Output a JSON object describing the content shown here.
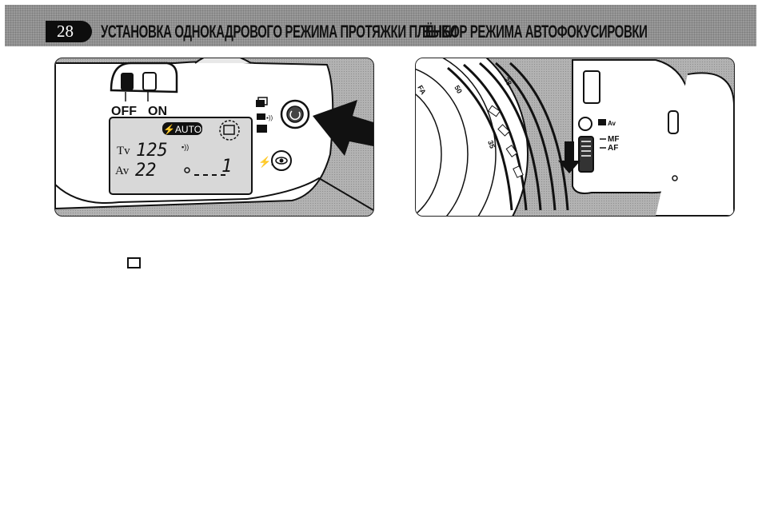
{
  "header": {
    "page_number": "28",
    "title_left": "УСТАНОВКА ОДНОКАДРОВОГО РЕЖИМА ПРОТЯЖКИ ПЛЁНКИ",
    "title_right": "ВЫБОР РЕЖИМА АВТОФОКУСИРОВКИ"
  },
  "figure_left": {
    "switch_off": "OFF",
    "switch_on": "ON",
    "lcd_flash_mode": "⚡AUTO",
    "lcd_tv_label": "Tv",
    "lcd_tv_value": "125",
    "lcd_av_label": "Av",
    "lcd_av_value": "22",
    "lcd_frame_counter": "1",
    "flash_button_label": "⚡A"
  },
  "figure_right": {
    "lens_text_1": "FA",
    "lens_text_2": "50",
    "lens_text_3": "35",
    "lens_text_4": "28",
    "mode_mf": "MF",
    "mode_af": "AF",
    "mode_av": "Av"
  },
  "colors": {
    "halftone_bg": "#b3b3b3",
    "header_bg": "#9a9a9a",
    "ink": "#111111"
  },
  "icons": [
    "single-frame-icon",
    "press-arrow-icon",
    "down-arrow-icon",
    "red-eye-icon",
    "self-timer-icon"
  ]
}
